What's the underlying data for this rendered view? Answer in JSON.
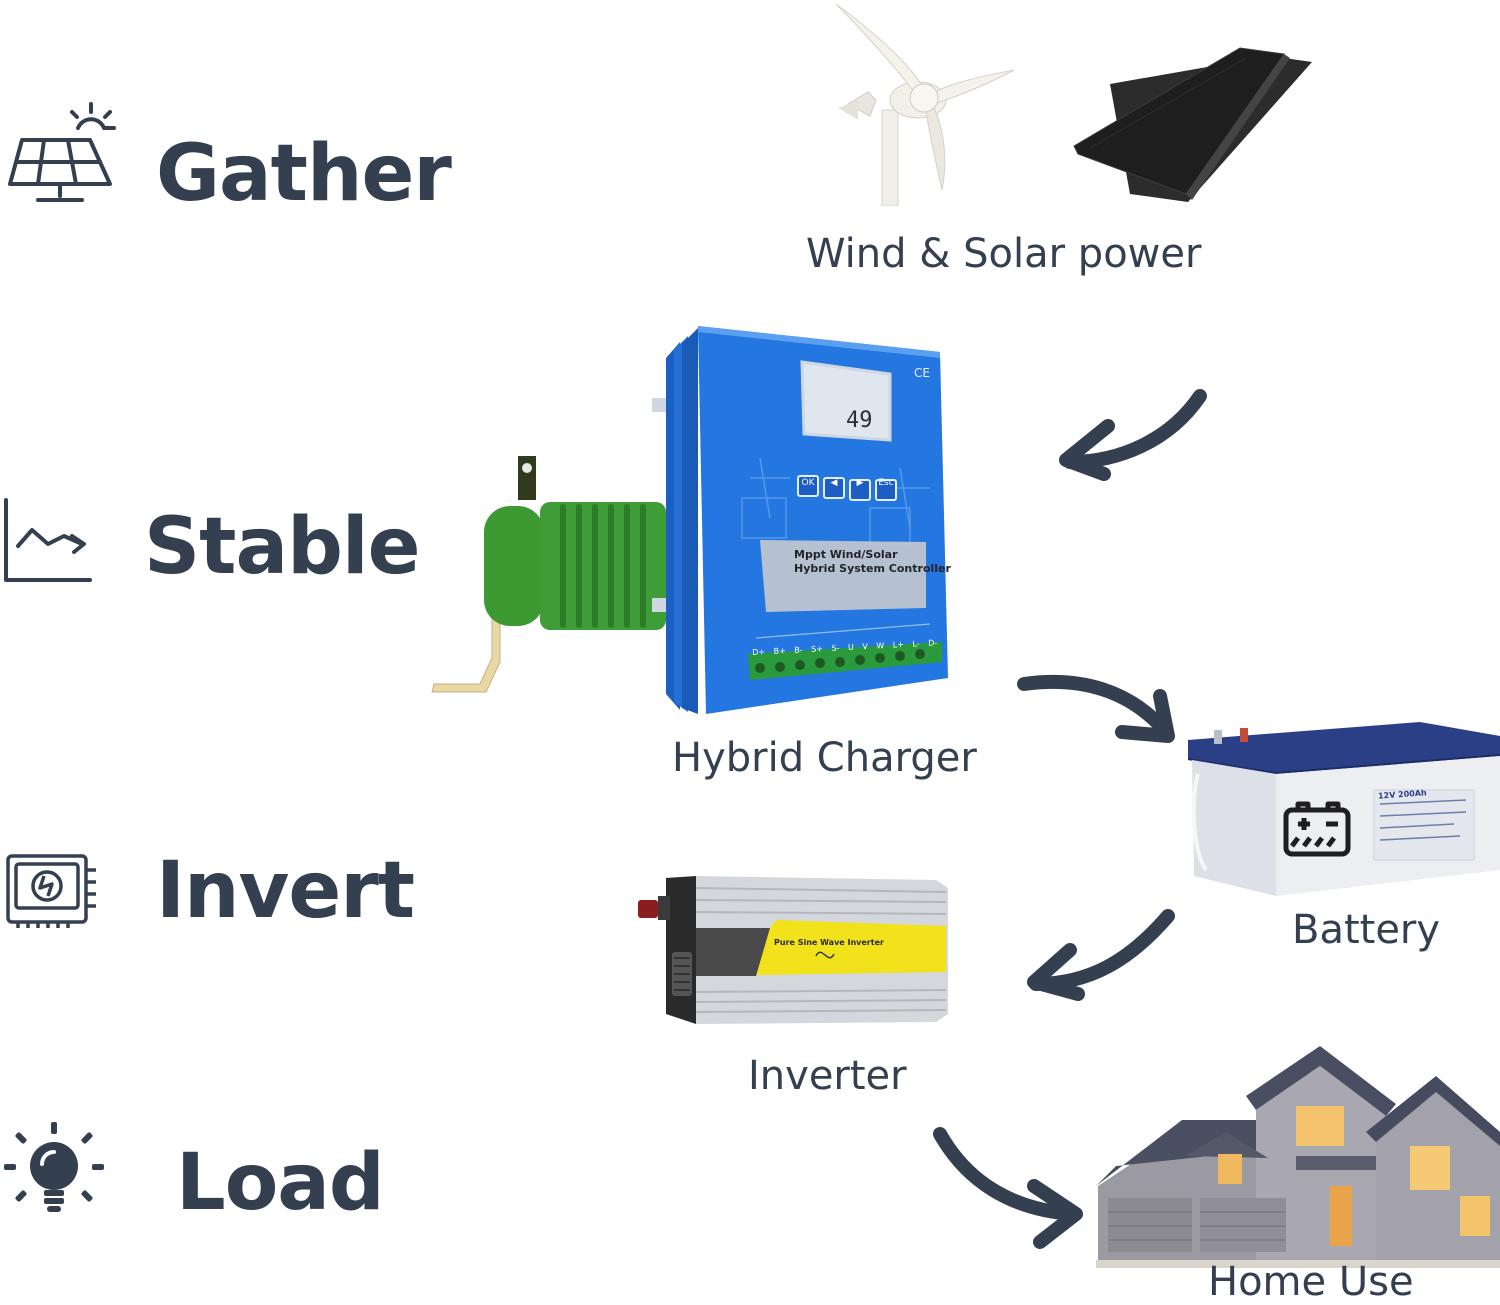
{
  "steps": [
    {
      "label": "Gather",
      "icon": "solar-panel-sun-icon"
    },
    {
      "label": "Stable",
      "icon": "trend-chart-icon"
    },
    {
      "label": "Invert",
      "icon": "inverter-chip-icon"
    },
    {
      "label": "Load",
      "icon": "light-bulb-icon"
    }
  ],
  "components": {
    "source": "Wind & Solar power",
    "charger": "Hybrid Charger",
    "battery": "Battery",
    "inverter": "Inverter",
    "home": "Home Use"
  },
  "charger_device": {
    "display_value": "49",
    "label_line1": "Mppt Wind/Solar",
    "label_line2": "Hybrid System Controller",
    "buttons": [
      "OK",
      "◀",
      "▶",
      "Esc"
    ],
    "terminals": "D+ B+ B- S+ S- U V W L+ L- D-",
    "mark": "CE"
  },
  "inverter_device": {
    "label": "Pure Sine Wave Inverter"
  },
  "battery_device": {
    "label": "12V 200Ah"
  },
  "colors": {
    "text": "#34404f",
    "arrow": "#34404f",
    "charger_blue": "#1f6fd6",
    "inverter_yellow": "#f2e21c",
    "battery_blue": "#2b3f86"
  }
}
